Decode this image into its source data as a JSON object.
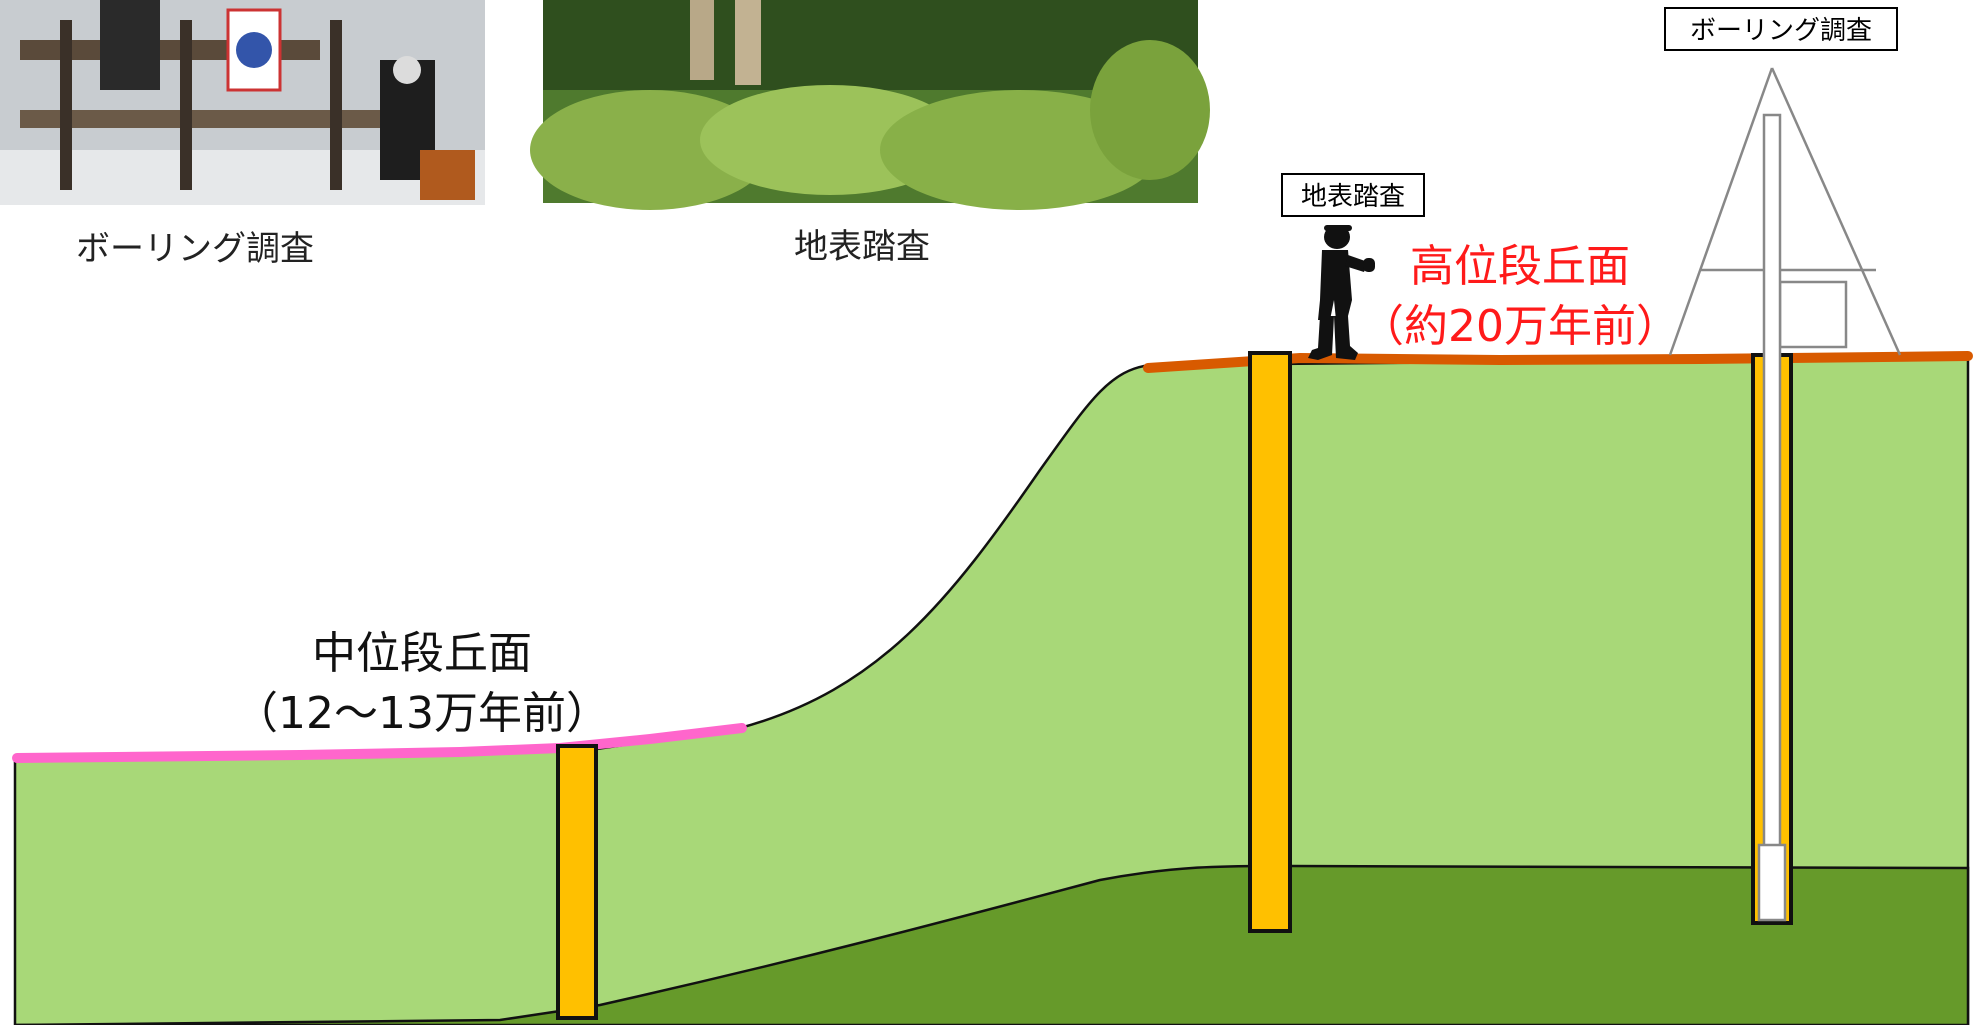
{
  "photos": {
    "boring": {
      "caption": "ボーリング調査"
    },
    "survey": {
      "caption": "地表踏査"
    }
  },
  "labels": {
    "middle_terrace": {
      "title": "中位段丘面",
      "age": "（12〜13万年前）",
      "color": "#ff66cc"
    },
    "high_terrace": {
      "title": "高位段丘面",
      "age": "（約20万年前）",
      "color": "#d85a00",
      "text_color": "#ff1a1a"
    },
    "survey_tag": "地表踏査",
    "boring_tag": "ボーリング調査"
  },
  "colors": {
    "upper_layer": "#a8d878",
    "lower_layer": "#669a2a",
    "boring_column": "#ffc000"
  },
  "icons": [
    "worker-silhouette-icon",
    "drilling-tower-icon"
  ]
}
